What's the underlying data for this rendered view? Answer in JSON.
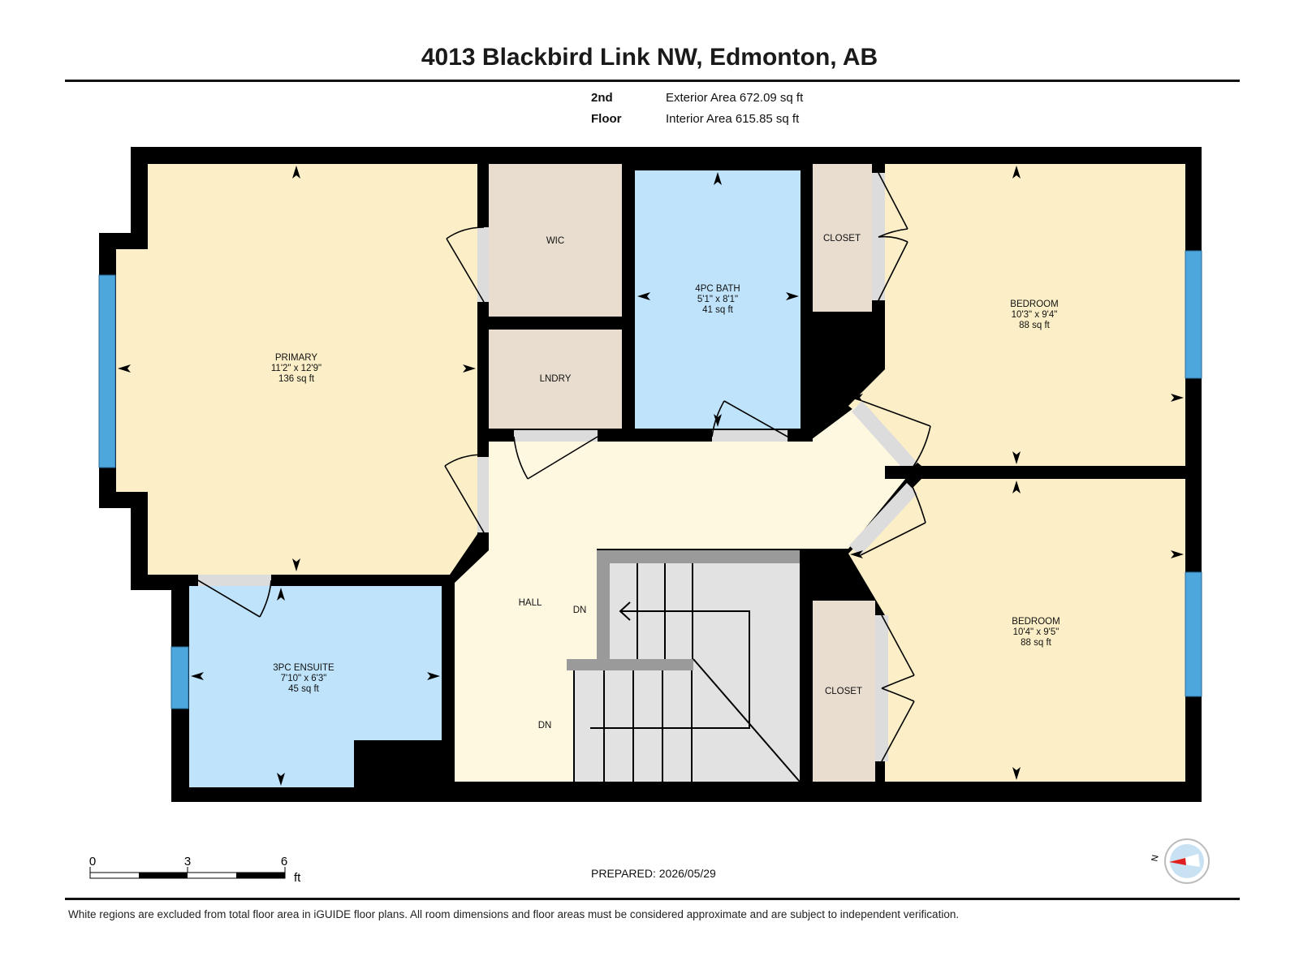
{
  "header": {
    "title": "4013 Blackbird Link NW, Edmonton, AB",
    "floor_label": "2nd Floor",
    "exterior_area": "Exterior Area 672.09 sq ft",
    "interior_area": "Interior Area 615.85 sq ft"
  },
  "rooms": {
    "primary": {
      "name": "PRIMARY",
      "dims": "11'2\" x 12'9\"",
      "area": "136 sq ft"
    },
    "wic": {
      "name": "WIC"
    },
    "lndry": {
      "name": "LNDRY"
    },
    "bath": {
      "name": "4PC BATH",
      "dims": "5'1\" x 8'1\"",
      "area": "41 sq ft"
    },
    "closet_top": {
      "name": "CLOSET"
    },
    "bedroom_top": {
      "name": "BEDROOM",
      "dims": "10'3\" x 9'4\"",
      "area": "88 sq ft"
    },
    "ensuite": {
      "name": "3PC ENSUITE",
      "dims": "7'10\" x 6'3\"",
      "area": "45 sq ft"
    },
    "hall": {
      "name": "HALL"
    },
    "stair_dn_upper": "DN",
    "stair_dn_lower": "DN",
    "closet_bottom": {
      "name": "CLOSET"
    },
    "bedroom_bottom": {
      "name": "BEDROOM",
      "dims": "10'4\" x 9'5\"",
      "area": "88 sq ft"
    }
  },
  "scale": {
    "ticks": [
      "0",
      "3",
      "6"
    ],
    "unit": "ft"
  },
  "compass": {
    "north_label": "N"
  },
  "footer": {
    "prepared": "PREPARED: 2026/05/29",
    "disclaimer": "White regions are excluded from total floor area in iGUIDE floor plans. All room dimensions and floor areas must be considered approximate and are subject to independent verification."
  },
  "colors": {
    "bedroom_fill": "#fcefc7",
    "bath_fill": "#bfe3fb",
    "utility_fill": "#e8ddcf",
    "hall_fill": "#fff8e1",
    "stair_fill": "#e2e2e2",
    "wall": "#000000",
    "window": "#4da6dc"
  }
}
